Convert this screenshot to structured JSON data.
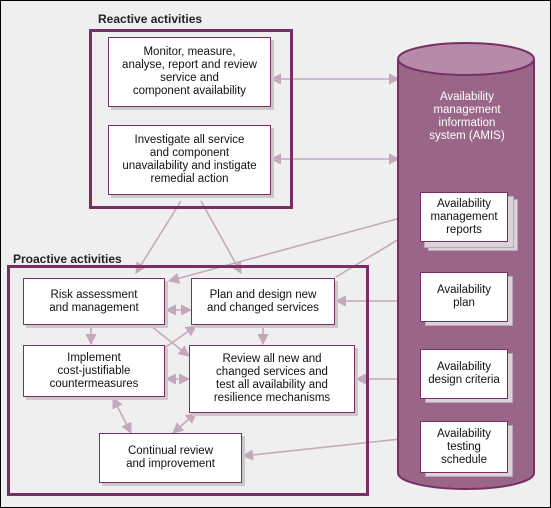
{
  "reactive": {
    "title": "Reactive activities",
    "monitor": "Monitor, measure,\nanalyse, report and review\nservice and\ncomponent availability",
    "investigate": "Investigate all service\nand component\nunavailability and instigate\nremedial action"
  },
  "proactive": {
    "title": "Proactive activities",
    "risk": "Risk assessment\nand management",
    "plan_design": "Plan and design new\nand changed services",
    "implement": "Implement\ncost-justifiable\ncountermeasures",
    "review_new": "Review all new and\nchanged services and\ntest all availability and\nresilience mechanisms",
    "continual": "Continual review\nand improvement"
  },
  "amis": {
    "label": "Availability\nmanagement\ninformation\nsystem (AMIS)",
    "docs": {
      "reports": "Availability\nmanagement\nreports",
      "plan": "Availability\nplan",
      "design_criteria": "Availability\ndesign criteria",
      "testing_schedule": "Availability\ntesting\nschedule"
    }
  },
  "colors": {
    "accent": "#7a2e66",
    "cylinder": "#9a6688",
    "connector": "#c4a9bb"
  }
}
